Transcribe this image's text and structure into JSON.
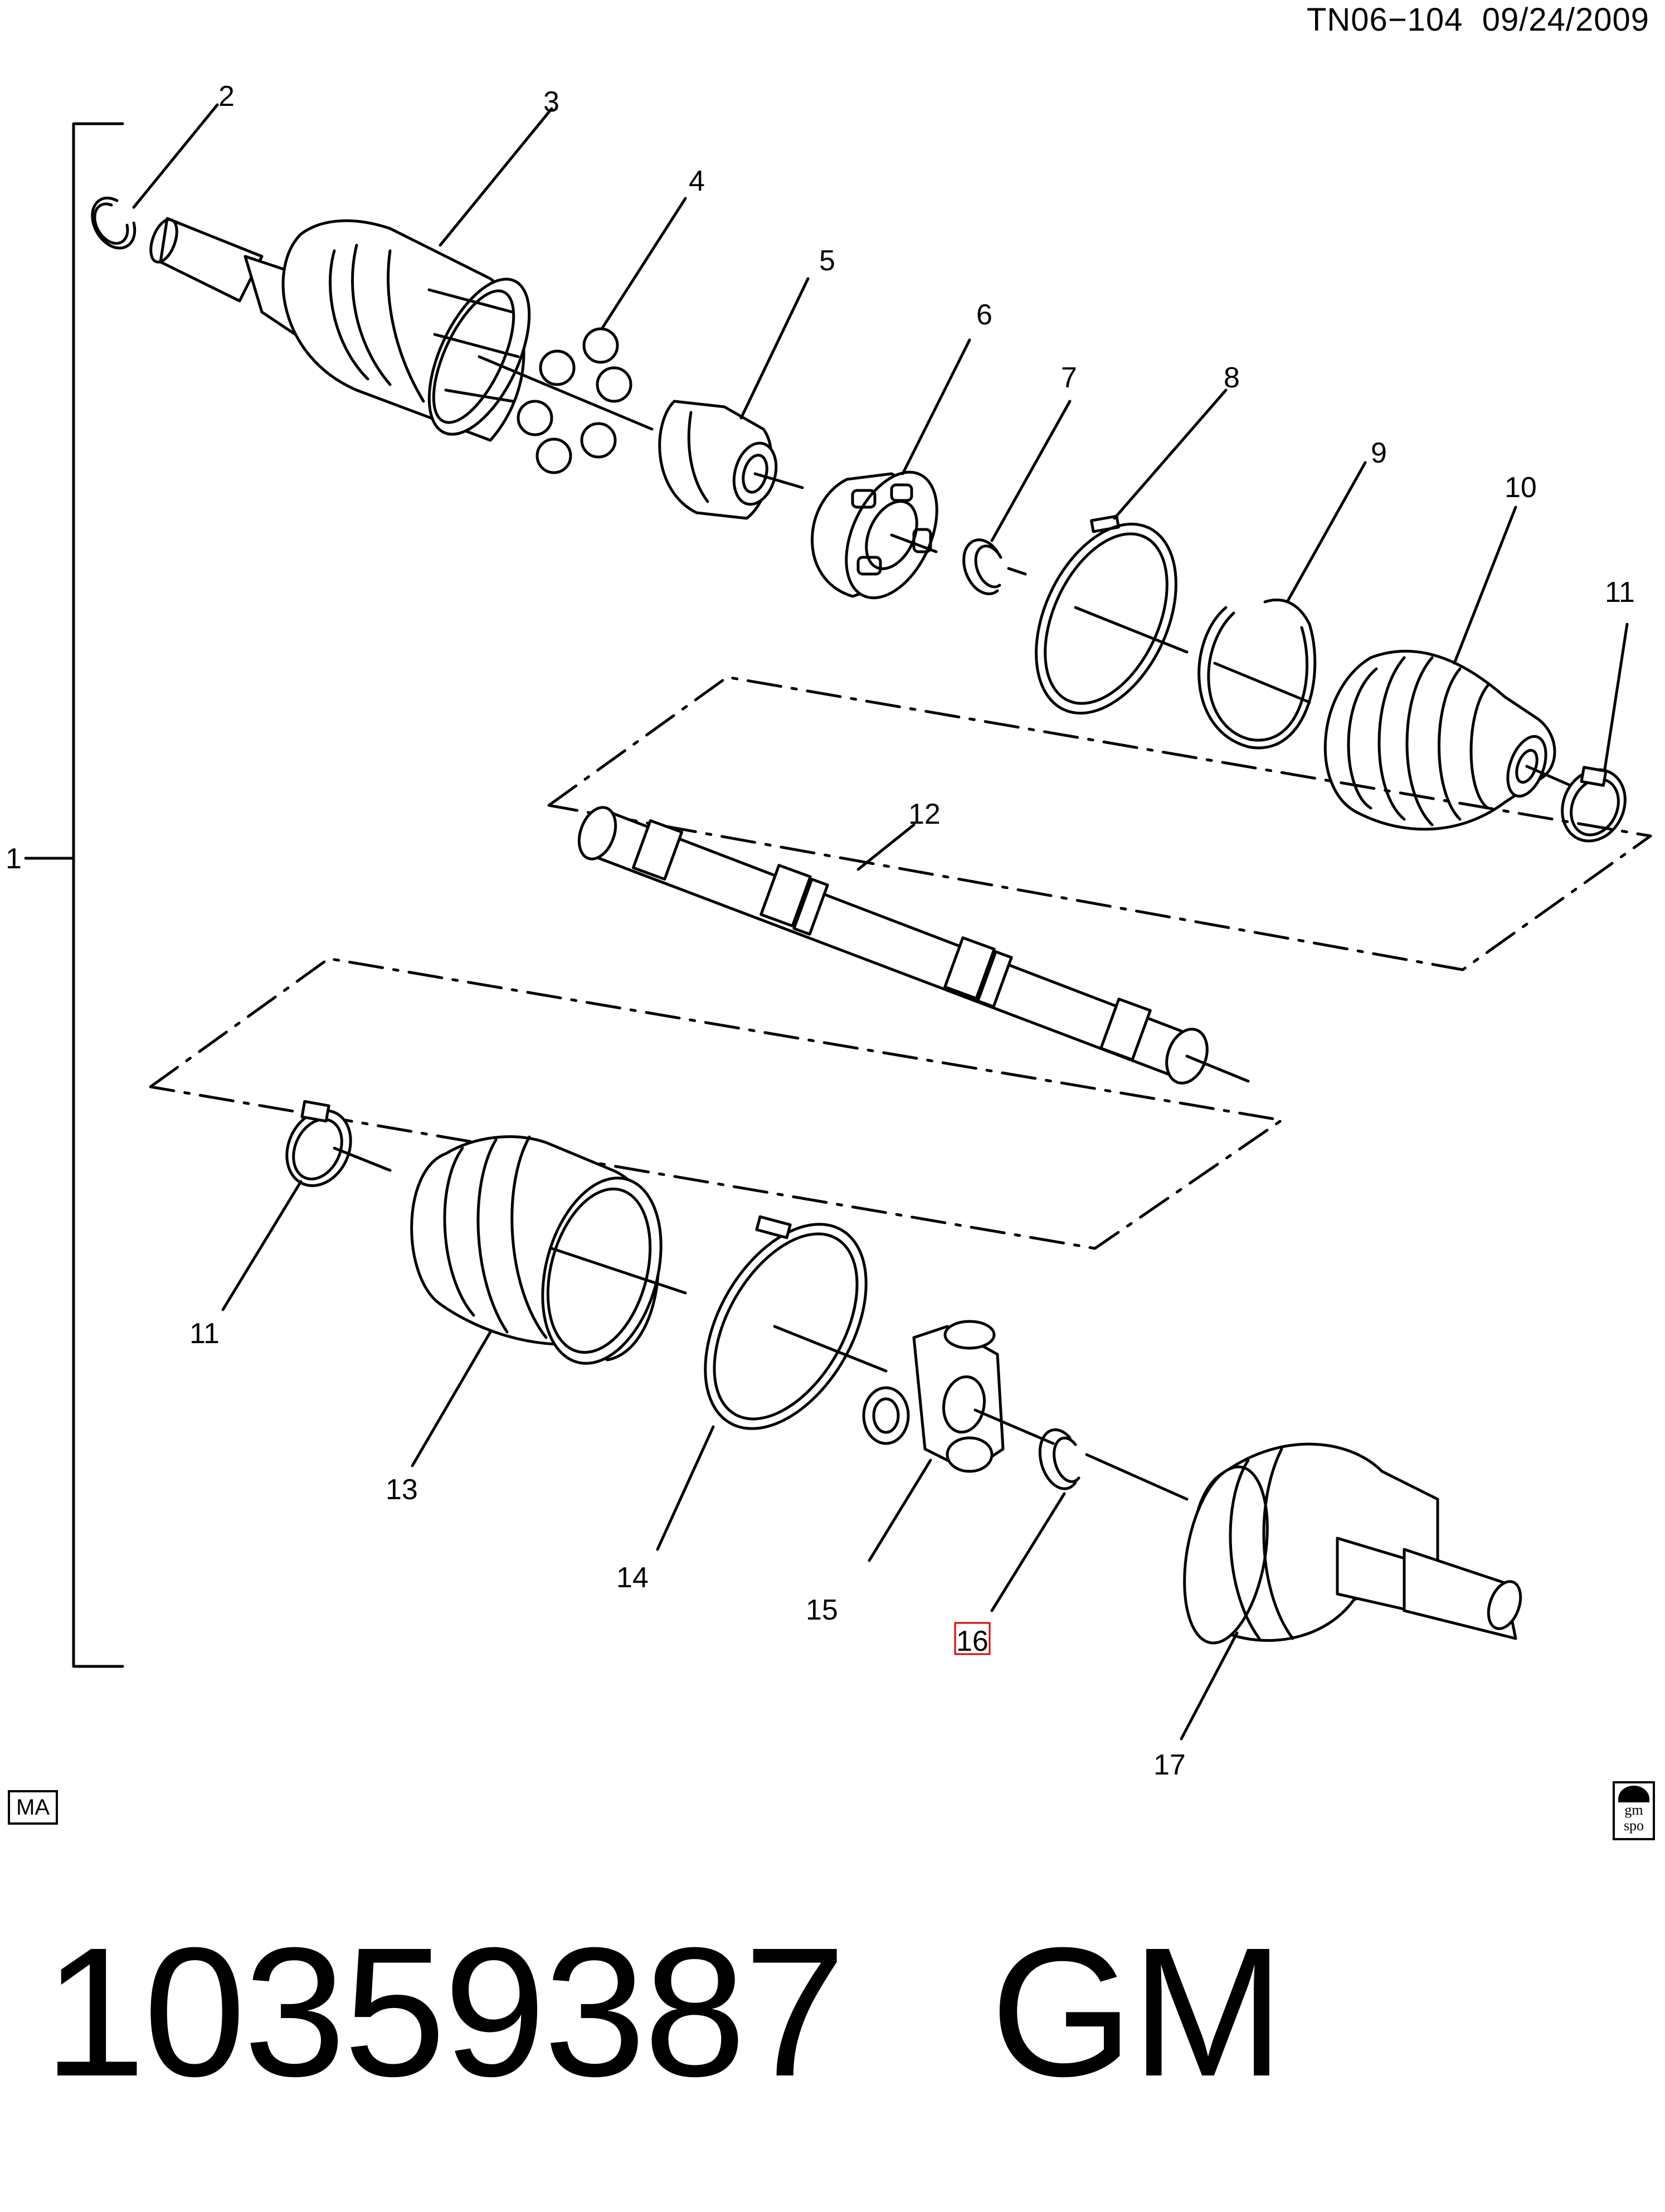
{
  "header": {
    "code": "TN06−104",
    "date": "09/24/2009"
  },
  "callouts": {
    "c1": "1",
    "c2": "2",
    "c3": "3",
    "c4": "4",
    "c5": "5",
    "c6": "6",
    "c7": "7",
    "c8": "8",
    "c9": "9",
    "c10": "10",
    "c11a": "11",
    "c12": "12",
    "c11b": "11",
    "c13": "13",
    "c14": "14",
    "c15": "15",
    "c16": "16",
    "c17": "17"
  },
  "badges": {
    "ma": "MA",
    "gm_spo_line1": "gm",
    "gm_spo_line2": "spo"
  },
  "footer": {
    "part_number": "10359387",
    "brand": "GM"
  },
  "colors": {
    "ink": "#000000",
    "highlight": "#e00000",
    "background": "#ffffff"
  }
}
